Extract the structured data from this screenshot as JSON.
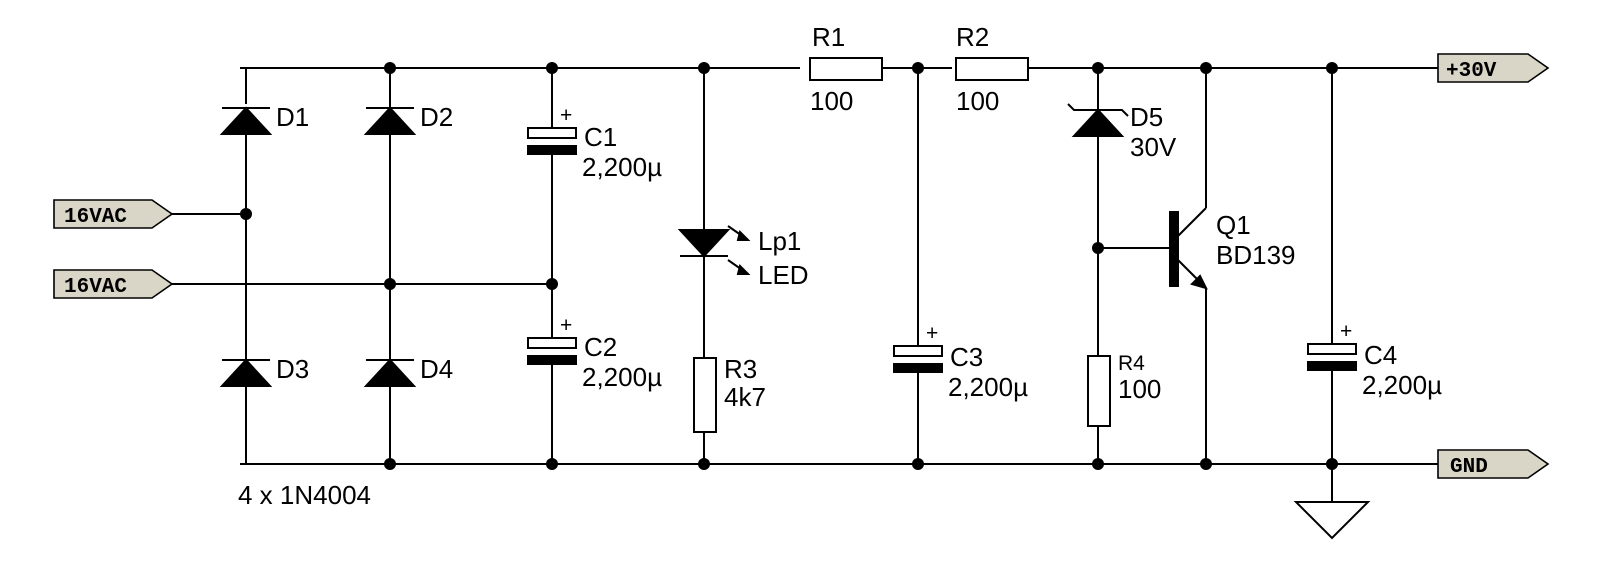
{
  "colors": {
    "wire": "#000000",
    "port_fill": "#d9d6c8",
    "background": "#ffffff"
  },
  "ports": {
    "in1": "16VAC",
    "in2": "16VAC",
    "out_pos": "+30V",
    "out_gnd": "GND"
  },
  "components": {
    "d1": {
      "ref": "D1"
    },
    "d2": {
      "ref": "D2"
    },
    "d3": {
      "ref": "D3"
    },
    "d4": {
      "ref": "D4"
    },
    "bridge_note": "4 x 1N4004",
    "c1": {
      "ref": "C1",
      "value": "2,200µ",
      "polarity": "+"
    },
    "c2": {
      "ref": "C2",
      "value": "2,200µ",
      "polarity": "+"
    },
    "lp1": {
      "ref": "Lp1",
      "value": "LED"
    },
    "r3": {
      "ref": "R3",
      "value": "4k7"
    },
    "r1": {
      "ref": "R1",
      "value": "100"
    },
    "r2": {
      "ref": "R2",
      "value": "100"
    },
    "c3": {
      "ref": "C3",
      "value": "2,200µ",
      "polarity": "+"
    },
    "d5": {
      "ref": "D5",
      "value": "30V"
    },
    "q1": {
      "ref": "Q1",
      "value": "BD139"
    },
    "r4": {
      "ref": "R4",
      "value": "100"
    },
    "c4": {
      "ref": "C4",
      "value": "2,200µ",
      "polarity": "+"
    }
  }
}
